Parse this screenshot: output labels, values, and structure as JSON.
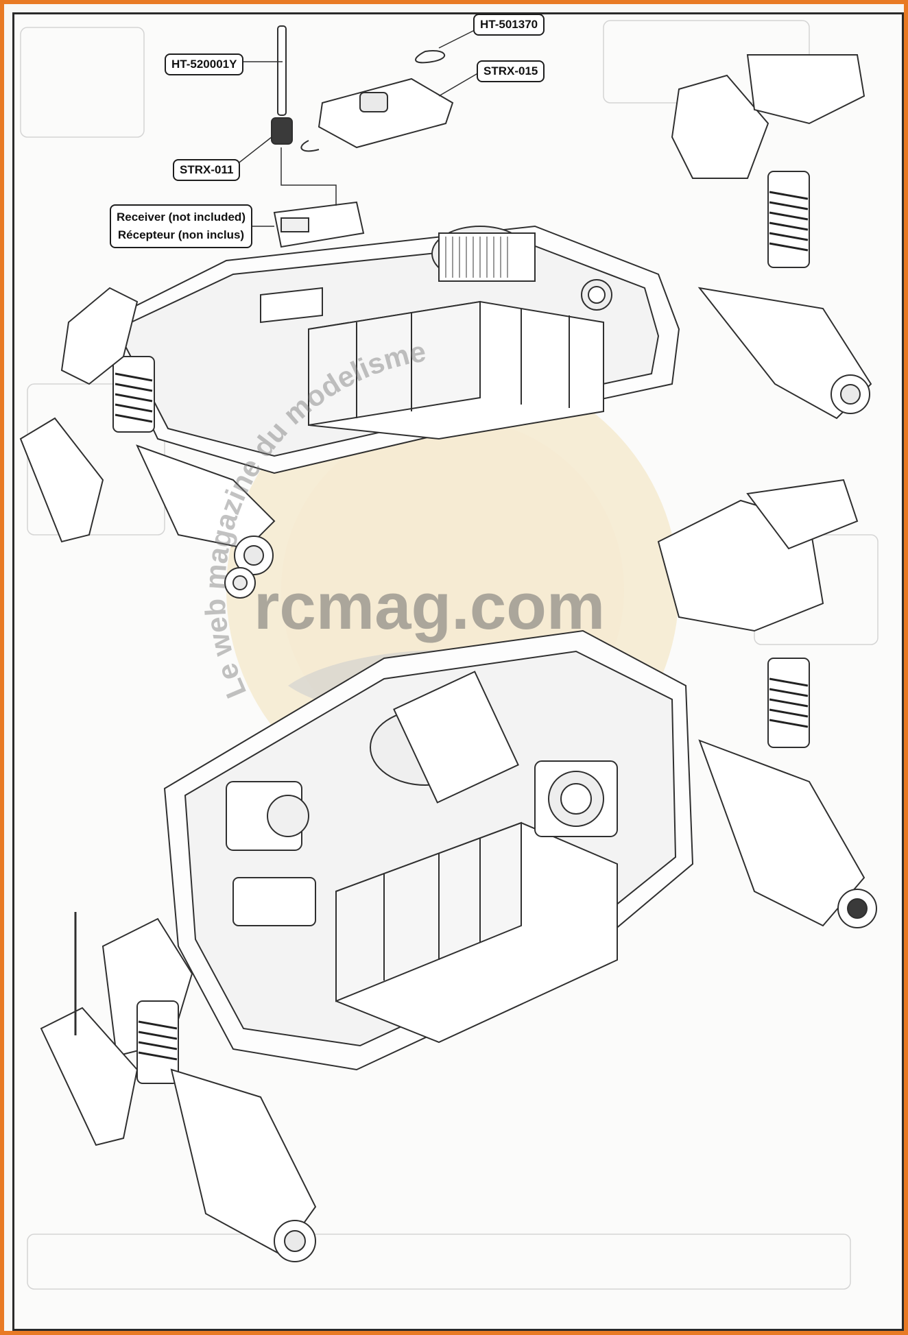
{
  "labels": {
    "ht501370": "HT-501370",
    "ht520001y": "HT-520001Y",
    "strx015": "STRX-015",
    "strx011": "STRX-011",
    "receiver_en": "Receiver (not included)",
    "receiver_fr": "Récepteur (non inclus)"
  },
  "watermark": {
    "site": "rcmag.com",
    "arc_text": "Le web magazine du modelisme"
  },
  "colors": {
    "frame": "#e87a24",
    "watermark_disc": "#f0d9a8",
    "line": "#3a3a3a"
  }
}
